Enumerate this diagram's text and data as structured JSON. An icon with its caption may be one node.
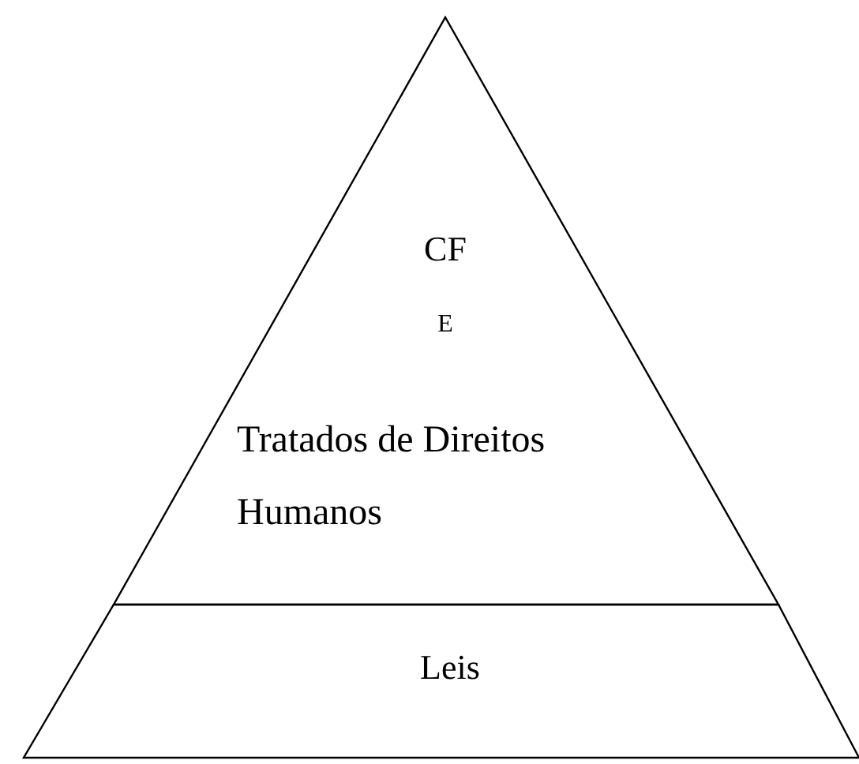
{
  "diagram": {
    "nodes": [
      {
        "text": [
          "CF",
          "E",
          "Tratados de Direitos Humanos"
        ]
      },
      {
        "text": [
          "Leis"
        ]
      }
    ]
  }
}
